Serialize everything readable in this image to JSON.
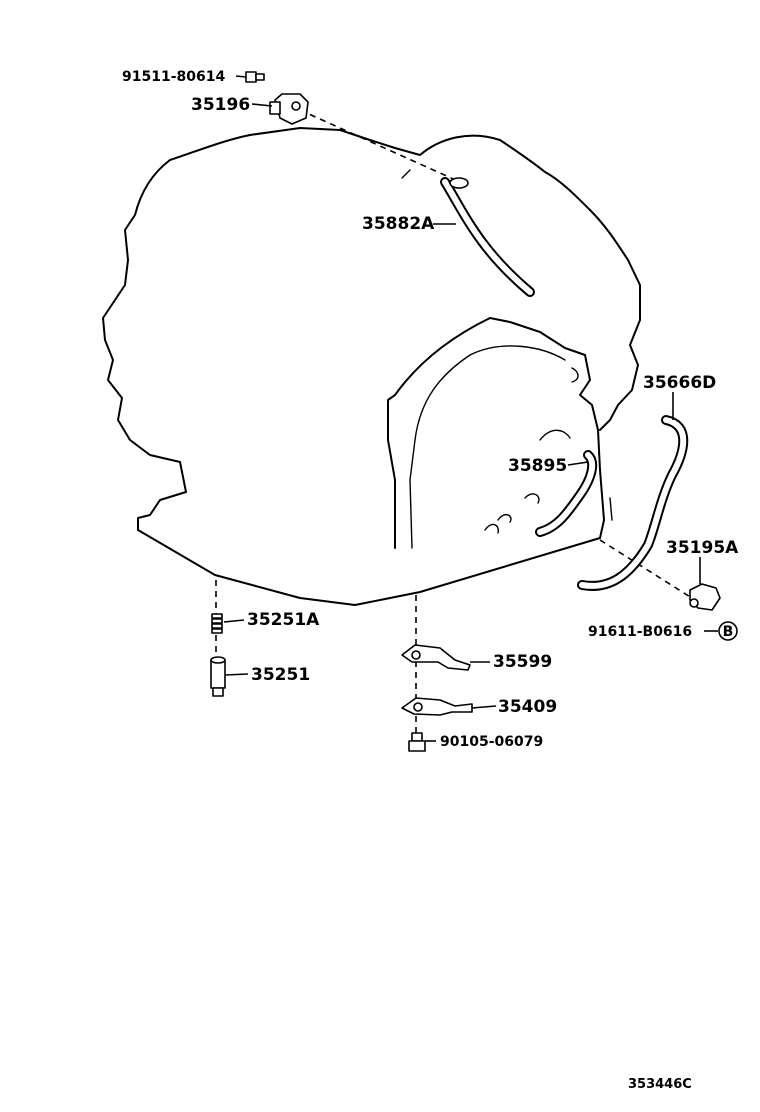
{
  "parts": [
    {
      "id": "p91511",
      "number": "91511-80614"
    },
    {
      "id": "p35196",
      "number": "35196"
    },
    {
      "id": "p35882A",
      "number": "35882A"
    },
    {
      "id": "p35666D",
      "number": "35666D"
    },
    {
      "id": "p35895",
      "number": "35895"
    },
    {
      "id": "p35195A",
      "number": "35195A"
    },
    {
      "id": "p91611",
      "number": "91611-B0616"
    },
    {
      "id": "p35251A",
      "number": "35251A"
    },
    {
      "id": "p35251",
      "number": "35251"
    },
    {
      "id": "p35599",
      "number": "35599"
    },
    {
      "id": "p35409",
      "number": "35409"
    },
    {
      "id": "p90105",
      "number": "90105-06079"
    }
  ],
  "reference_marker": "B",
  "illustration_code": "353446C"
}
